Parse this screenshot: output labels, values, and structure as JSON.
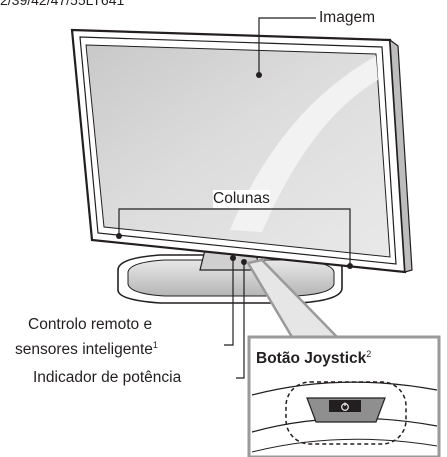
{
  "header": {
    "model_code": "2/39/42/47/55LT641"
  },
  "labels": {
    "image": "Imagem",
    "speakers": "Colunas",
    "remote_sensors_line1": "Controlo remoto e",
    "remote_sensors_line2": "sensores inteligente",
    "remote_sensors_note": "1",
    "power_indicator": "Indicador de potência",
    "joystick_title": "Botão Joystick",
    "joystick_note": "2"
  }
}
